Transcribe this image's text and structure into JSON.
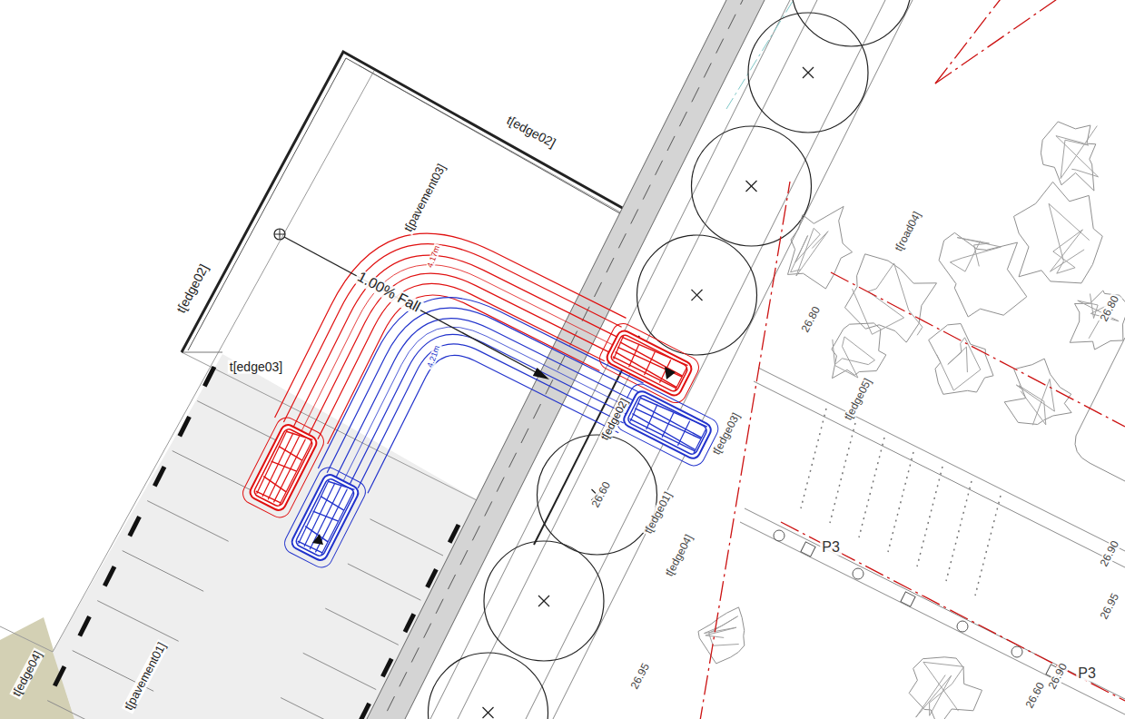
{
  "diagram": {
    "labels": [
      "t[edge02]",
      "t[edge02]",
      "t[pavement03]",
      "1.00% Fall",
      "4.17m",
      "4.21m",
      "t[edge03]",
      "t[edge02]",
      "t[edge03]",
      "t[edge01]",
      "t[edge04]",
      "t[edge04]",
      "t[pavement01]",
      "26.80",
      "26.60",
      "26.80",
      "26.90",
      "26.95",
      "P3",
      "P3",
      "26.90",
      "26.60",
      "t[edge05]",
      "t[road04]",
      "26.95"
    ]
  }
}
